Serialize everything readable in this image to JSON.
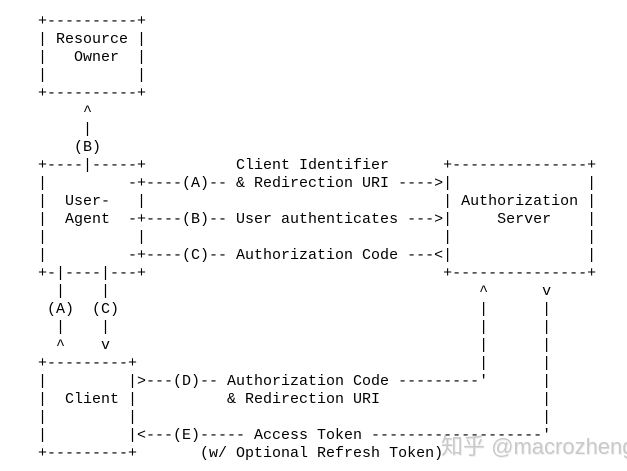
{
  "diagram": {
    "description_nodes": [
      "Resource Owner",
      "User-Agent",
      "Authorization Server",
      "Client"
    ],
    "lines": [
      "    +----------+",
      "    | Resource |",
      "    |   Owner  |",
      "    |          |",
      "    +----------+",
      "         ^",
      "         |",
      "        (B)",
      "    +----|-----+          Client Identifier      +---------------+",
      "    |         -+----(A)-- & Redirection URI ---->|               |",
      "    |  User-   |                                 | Authorization |",
      "    |  Agent  -+----(B)-- User authenticates --->|     Server    |",
      "    |          |                                 |               |",
      "    |         -+----(C)-- Authorization Code ---<|               |",
      "    +-|----|---+                                 +---------------+",
      "      |    |                                         ^      v",
      "     (A)  (C)                                        |      |",
      "      |    |                                         |      |",
      "      ^    v                                         |      |",
      "    +---------+                                      |      |",
      "    |         |>---(D)-- Authorization Code ---------'      |",
      "    |  Client |          & Redirection URI                  |",
      "    |         |                                             |",
      "    |         |<---(E)----- Access Token -------------------'",
      "    +---------+       (w/ Optional Refresh Token)"
    ]
  },
  "watermark": {
    "text": "知乎 @macrozheng",
    "color": "#c9c9c9"
  },
  "colors": {
    "text": "#000000",
    "background": "#ffffff"
  }
}
